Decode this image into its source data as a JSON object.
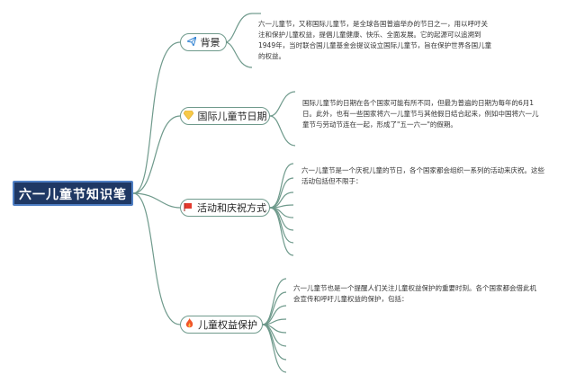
{
  "root": {
    "title": "六一儿童节知识笔记"
  },
  "branches": [
    {
      "label": "背景",
      "icon": "paper-plane-icon",
      "note": "六一儿童节，又称国际儿童节，是全球各国普遍举办的节日之一，用以呼吁关注和保护儿童权益，提倡儿童健康、快乐、全面发展。它的起源可以追溯到1949年，当时联合国儿童基金会提议设立国际儿童节，旨在保护世界各国儿童的权益。"
    },
    {
      "label": "国际儿童节日期",
      "icon": "diamond-icon",
      "note": "国际儿童节的日期在各个国家可能有所不同，但最为普遍的日期为每年的6月1日。此外，也有一些国家将六一儿童节与其他假日结合起来，例如中国将六一儿童节与劳动节连在一起，形成了\"五一六一\"的假期。"
    },
    {
      "label": "活动和庆祝方式",
      "icon": "red-flag-icon",
      "note": "六一儿童节是一个庆祝儿童的节日，各个国家都会组织一系列的活动来庆祝。这些活动包括但不限于："
    },
    {
      "label": "儿童权益保护",
      "icon": "fire-icon",
      "note": "六一儿童节也是一个提醒人们关注儿童权益保护的重要时刻。各个国家都会借此机会宣传和呼吁儿童权益的保护，包括："
    }
  ],
  "colors": {
    "line": "#6f9a8c",
    "root_bg": "#1f3864",
    "root_border": "#4f7fc4"
  }
}
